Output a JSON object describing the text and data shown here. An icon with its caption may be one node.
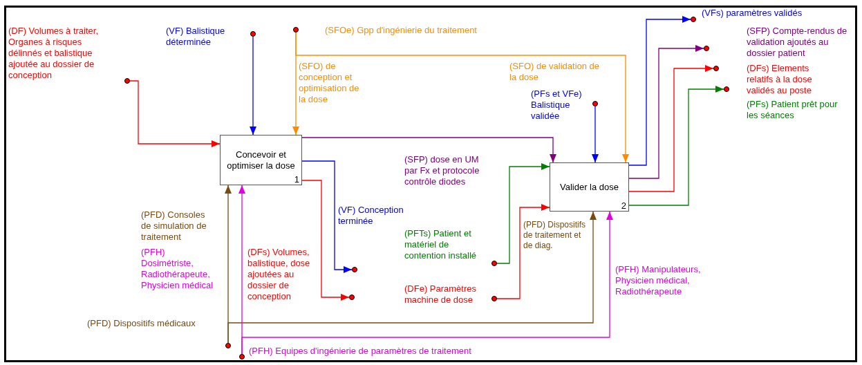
{
  "diagram": {
    "nodes": [
      {
        "text": [
          "Concevoir et optimiser la dose",
          "1"
        ]
      },
      {
        "text": [
          "Valider la dose",
          "2"
        ]
      },
      {
        "text": [],
        "shape": "circle"
      },
      {
        "text": [],
        "shape": "circle"
      },
      {
        "text": [],
        "shape": "circle",
        "beside": [
          "(SFOe) Gpp d'ingénierie du traitement"
        ]
      },
      {
        "text": [],
        "shape": "circle"
      },
      {
        "text": [],
        "shape": "circle"
      },
      {
        "text": [],
        "shape": "circle"
      },
      {
        "text": [],
        "shape": "circle",
        "beside": [
          "(PFD) Dispositifs médicaux"
        ]
      },
      {
        "text": [],
        "shape": "circle",
        "beside": [
          "(PFH) Equipes d'ingénierie de paramètres de traitement"
        ]
      },
      {
        "text": [],
        "shape": "circle"
      },
      {
        "text": [],
        "shape": "circle"
      },
      {
        "text": [],
        "shape": "circle"
      },
      {
        "text": [],
        "shape": "circle"
      },
      {
        "text": [],
        "shape": "circle"
      },
      {
        "text": [],
        "shape": "circle"
      }
    ],
    "edges": [
      {
        "from": 2,
        "to": 0,
        "arrow": "to",
        "color": "#ff0000",
        "label": "(DF) Volumes à traiter, Organes à risques délinnés et balistique ajoutée au dossier de conception"
      },
      {
        "from": 3,
        "to": 0,
        "arrow": "to",
        "color": "#0000ff",
        "label": "(VF) Balistique déterminée"
      },
      {
        "from": 4,
        "to": 0,
        "arrow": "to",
        "color": "#ff8c00",
        "label": "(SFO) de conception et optimisation de la dose"
      },
      {
        "from": 4,
        "to": 1,
        "arrow": "to",
        "color": "#ff8c00",
        "label": "(SFO) de validation de la dose"
      },
      {
        "from": 0,
        "to": 1,
        "arrow": "to",
        "color": "#800080",
        "label": "(SFP) dose en UM par Fx et protocole contrôle diodes"
      },
      {
        "from": 5,
        "to": 1,
        "arrow": "to",
        "color": "#0000ff",
        "label": "(PFs et VFe) Balistique validée"
      },
      {
        "from": 6,
        "to": 1,
        "arrow": "to",
        "color": "#008000",
        "label": "(PFTs) Patient et matériel de contention installé"
      },
      {
        "from": 7,
        "to": 1,
        "arrow": "to",
        "color": "#ff0000",
        "label": "(DFe) Paramètres machine de dose"
      },
      {
        "from": 8,
        "to": 0,
        "arrow": "to",
        "color": "#7a4a12",
        "label": "(PFD) Consoles de simulation de traitement"
      },
      {
        "from": 8,
        "to": 1,
        "arrow": "to",
        "color": "#7a4a12",
        "label": "(PFD) Dispositifs de traitement et de diag."
      },
      {
        "from": 9,
        "to": 0,
        "arrow": "to",
        "color": "#e100e1",
        "label": "(PFH) Dosimétriste, Radiothérapeute, Physicien médical"
      },
      {
        "from": 9,
        "to": 1,
        "arrow": "to",
        "color": "#e100e1",
        "label": "(PFH) Manipulateurs, Physicien médical, Radiothérapeute"
      },
      {
        "from": 0,
        "to": 10,
        "arrow": "to",
        "color": "#0000ff",
        "label": "(VF) Conception terminée"
      },
      {
        "from": 0,
        "to": 11,
        "arrow": "to",
        "color": "#ff0000",
        "label": "(DFs) Volumes, balistique, dose ajoutées au dossier de conception"
      },
      {
        "from": 1,
        "to": 12,
        "arrow": "to",
        "color": "#0000ff",
        "label": "(VFs) paramètres validés"
      },
      {
        "from": 1,
        "to": 13,
        "arrow": "to",
        "color": "#800080",
        "label": "(SFP) Compte-rendus de validation ajoutés au dossier patient"
      },
      {
        "from": 1,
        "to": 14,
        "arrow": "to",
        "color": "#ff0000",
        "label": "(DFs) Elements relatifs à la dose validés au poste"
      },
      {
        "from": 1,
        "to": 15,
        "arrow": "to",
        "color": "#008000",
        "label": "(PFs) Patient prêt pour les séances"
      }
    ]
  }
}
